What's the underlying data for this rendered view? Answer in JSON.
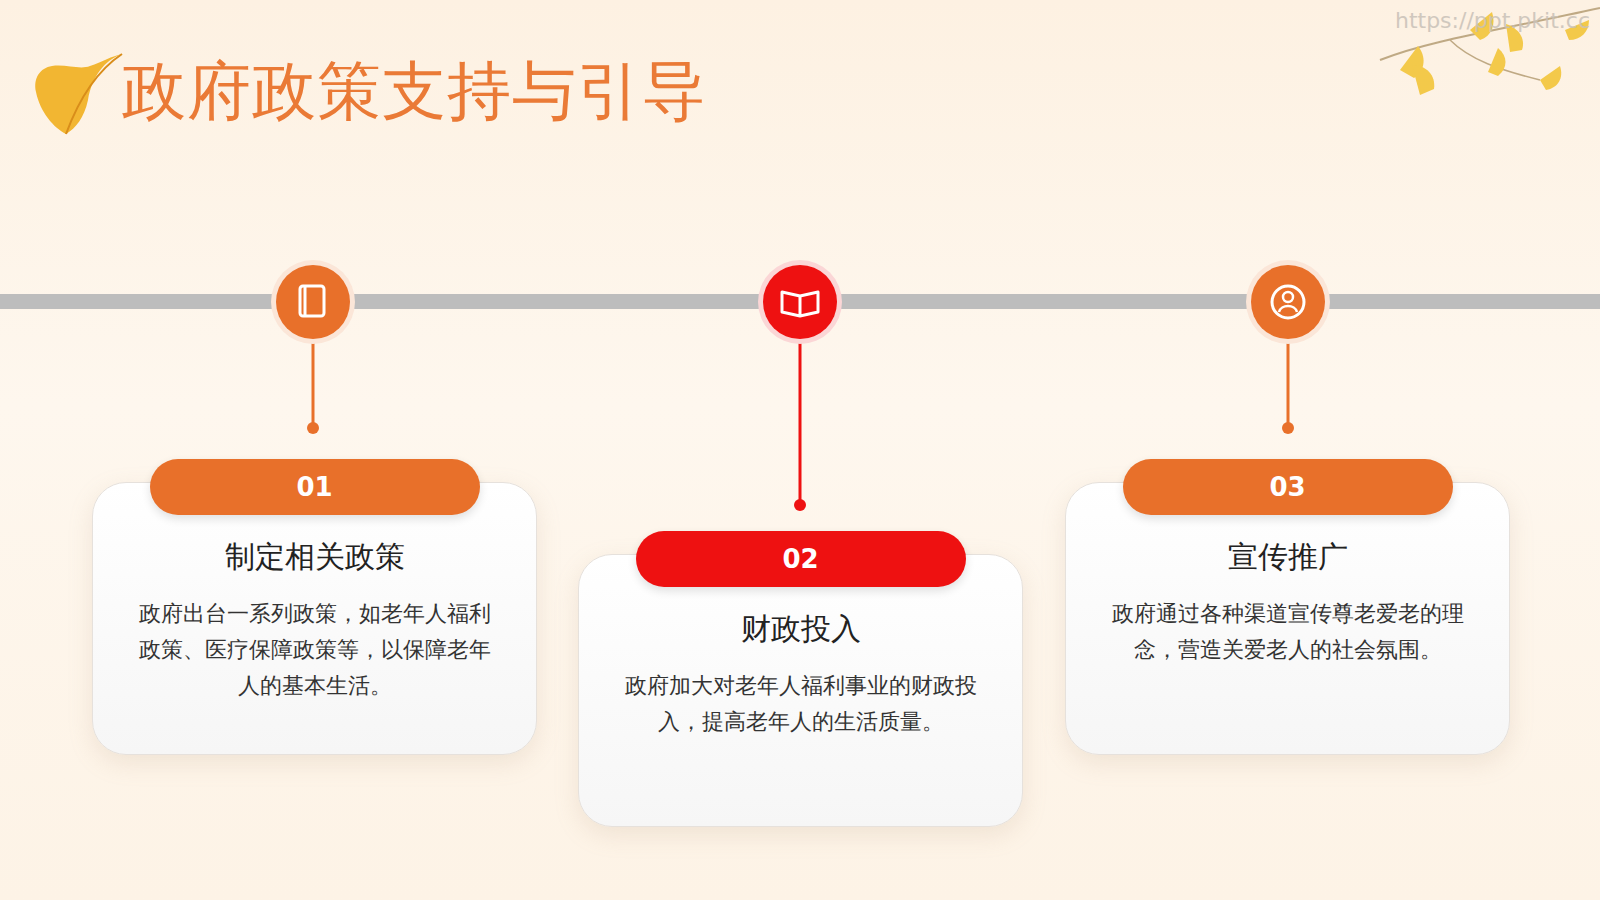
{
  "diagram": {
    "title": "政府政策支持与引导",
    "nodes": [
      {
        "text": [
          "制定相关政策",
          "政府出台一系列政策，如老年人福利政策、医疗保障政策等，以保障老年人的基本生活。"
        ]
      },
      {
        "text": [
          "01"
        ],
        "in": 0
      },
      {
        "text": [
          "财政投入",
          "政府加大对老年人福利事业的财政投入，提高老年人的生活质量。"
        ]
      },
      {
        "text": [
          "02"
        ],
        "in": 2
      },
      {
        "text": [
          "宣传推广",
          "政府通过各种渠道宣传尊老爱老的理念，营造关爱老人的社会氛围。"
        ]
      },
      {
        "text": [
          "03"
        ],
        "in": 4
      }
    ],
    "labels": [
      "https://ppt.pkit.cc"
    ]
  }
}
